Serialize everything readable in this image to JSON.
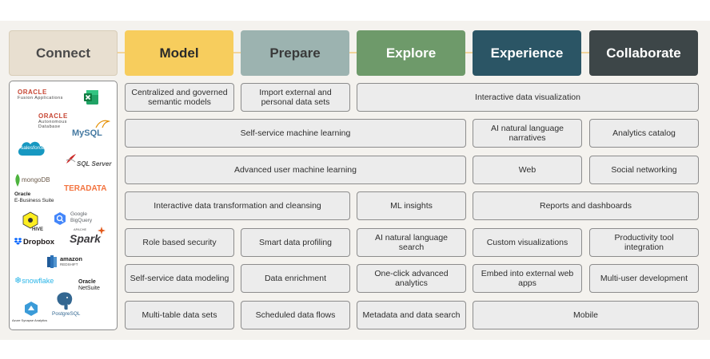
{
  "headers": [
    "Connect",
    "Model",
    "Prepare",
    "Explore",
    "Experience",
    "Collaborate"
  ],
  "cells": {
    "centralized_models": "Centralized and governed semantic models",
    "import_external": "Import external and personal data sets",
    "interactive_viz": "Interactive data visualization",
    "self_service_ml": "Self-service machine learning",
    "ai_narratives": "AI natural language narratives",
    "analytics_catalog": "Analytics catalog",
    "advanced_ml": "Advanced user machine learning",
    "web": "Web",
    "social_networking": "Social networking",
    "interactive_transform": "Interactive data transformation and cleansing",
    "ml_insights": "ML insights",
    "reports_dashboards": "Reports and dashboards",
    "role_security": "Role based security",
    "smart_profiling": "Smart data profiling",
    "ai_search": "AI natural language search",
    "custom_viz": "Custom visualizations",
    "productivity_integration": "Productivity tool integration",
    "self_service_modeling": "Self-service data modeling",
    "data_enrichment": "Data enrichment",
    "one_click_analytics": "One-click advanced analytics",
    "embed_web_apps": "Embed into external web apps",
    "multi_user_dev": "Multi-user development",
    "multi_table": "Multi-table data sets",
    "scheduled_flows": "Scheduled data flows",
    "metadata_search": "Metadata and data search",
    "mobile": "Mobile"
  },
  "logos": {
    "oracle_fusion_brand": "ORACLE",
    "oracle_fusion_sub": "Fusion Applications",
    "oracle_adb_brand": "ORACLE",
    "oracle_adb_sub1": "Autonomous",
    "oracle_adb_sub2": "Database",
    "mysql": "MySQL",
    "salesforce": "salesforce",
    "sqlserver": "SQL Server",
    "mongodb": "mongoDB",
    "teradata": "TERADATA",
    "oracle_ebs_brand": "Oracle",
    "oracle_ebs_sub": "E-Business Suite",
    "hive": "HIVE",
    "bigquery_1": "Google",
    "bigquery_2": "BigQuery",
    "dropbox": "Dropbox",
    "spark": "Spark",
    "spark_small": "APACHE",
    "redshift_1": "amazon",
    "redshift_2": "REDSHIFT",
    "snowflake": "snowflake",
    "netsuite_brand": "Oracle",
    "netsuite_sub": "NetSuite",
    "postgresql": "PostgreSQL",
    "synapse": "Azure Synapse Analytics"
  },
  "colors": {
    "connect": "#e8dfd0",
    "model": "#f7cd5d",
    "prepare": "#9cb3b0",
    "explore": "#6e9a6a",
    "experience": "#2b5565",
    "collaborate": "#3d4648",
    "oracle_red": "#c74634"
  }
}
